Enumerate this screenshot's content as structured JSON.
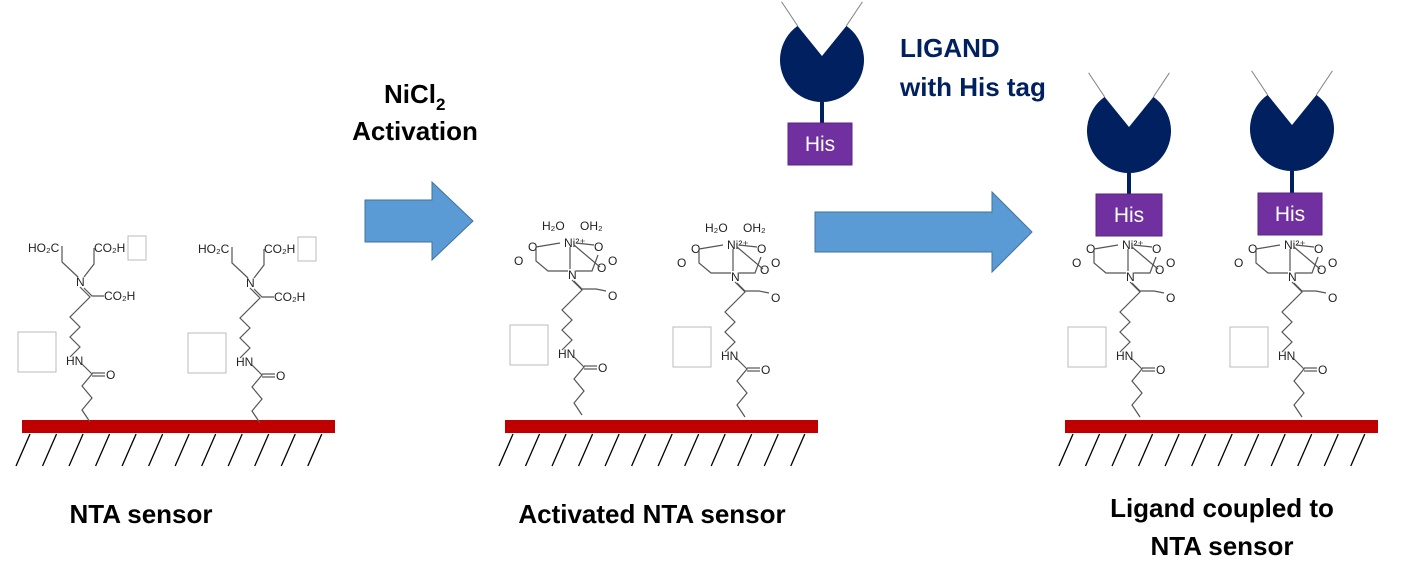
{
  "colors": {
    "surface": "#c00000",
    "arrow": "#5b9bd5",
    "ligand": "#002060",
    "his_tag": "#7030a0"
  },
  "step1": {
    "label_line1": "NiCl",
    "label_sub": "2",
    "label_line2": "Activation"
  },
  "ligand_legend": {
    "line1": "LIGAND",
    "line2": "with His tag",
    "his_label": "His"
  },
  "panels": [
    {
      "caption": [
        "NTA sensor"
      ]
    },
    {
      "caption": [
        "Activated NTA sensor"
      ]
    },
    {
      "caption": [
        "Ligand coupled to",
        "NTA sensor"
      ]
    }
  ],
  "chem": {
    "ho2c": "HO₂C",
    "co2h": "CO₂H",
    "n": "N",
    "hn": "HN",
    "o": "O",
    "h2o": "H₂O",
    "oh2": "OH₂",
    "ni": "Ni²⁺"
  }
}
